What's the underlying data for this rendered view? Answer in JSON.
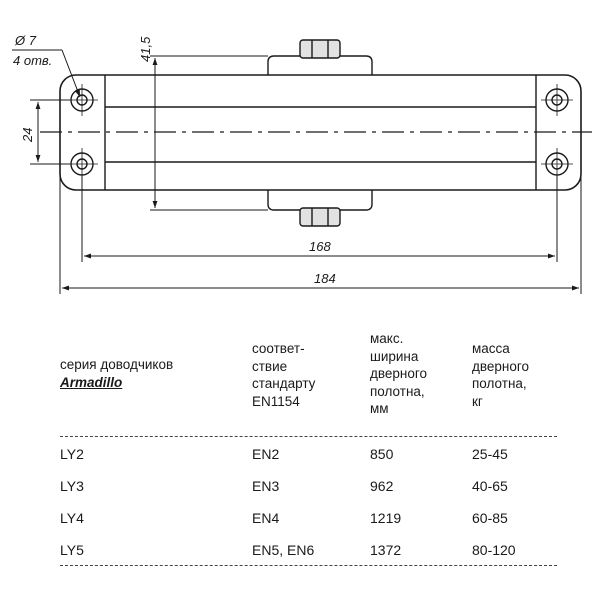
{
  "drawing": {
    "dimensions": {
      "hole_diameter": "Ø 7",
      "hole_count": "4 отв.",
      "height": "41,5",
      "hole_spacing_vertical": "24",
      "hole_spacing_horizontal": "168",
      "overall_length": "184"
    }
  },
  "table": {
    "headers": {
      "series_line1": "серия доводчиков",
      "series_brand": "Armadillo",
      "standard": [
        "соответ-",
        "ствие",
        "стандарту",
        "EN1154"
      ],
      "max_width": [
        "макс.",
        "ширина",
        "дверного",
        "полотна,",
        "мм"
      ],
      "mass": [
        "масса",
        "дверного",
        "полотна,",
        "кг"
      ]
    },
    "rows": [
      {
        "model": "LY2",
        "standard": "EN2",
        "width": "850",
        "mass": "25-45"
      },
      {
        "model": "LY3",
        "standard": "EN3",
        "width": "962",
        "mass": "40-65"
      },
      {
        "model": "LY4",
        "standard": "EN4",
        "width": "1219",
        "mass": "60-85"
      },
      {
        "model": "LY5",
        "standard": "EN5, EN6",
        "width": "1372",
        "mass": "80-120"
      }
    ]
  }
}
